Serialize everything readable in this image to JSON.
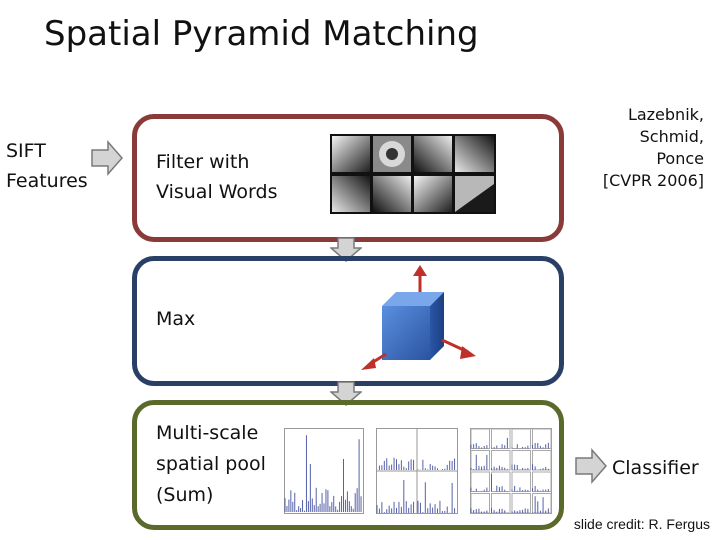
{
  "title": "Spatial Pyramid Matching",
  "input_label": {
    "lines": [
      "SIFT",
      "Features"
    ]
  },
  "stages": {
    "filter": {
      "lines": [
        "Filter with",
        "Visual Words"
      ],
      "color": "#8b3a3a"
    },
    "max": {
      "label": "Max",
      "color": "#2a3f66"
    },
    "pool": {
      "lines": [
        "Multi-scale",
        "spatial pool",
        "(Sum)"
      ],
      "color": "#5a6a2a"
    }
  },
  "reference": {
    "lines": [
      "Lazebnik,",
      "Schmid,",
      "Ponce",
      "[CVPR 2006]"
    ]
  },
  "output_label": "Classifier",
  "credit": "slide credit: R. Fergus",
  "colors": {
    "arrow_fill": "#cfcfcf",
    "cube": "#3d6fc4",
    "red_arrow": "#c0302a"
  }
}
